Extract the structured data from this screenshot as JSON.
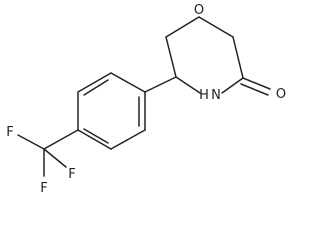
{
  "molecule": {
    "atoms": {
      "oxygen_ring": "O",
      "nitrogen": "N",
      "hydrogen": "H",
      "oxygen_carbonyl": "O",
      "fluorine_1": "F",
      "fluorine_2": "F",
      "fluorine_3": "F"
    }
  },
  "colors": {
    "bond": "#222222",
    "label": "#222222",
    "background": "#ffffff"
  }
}
